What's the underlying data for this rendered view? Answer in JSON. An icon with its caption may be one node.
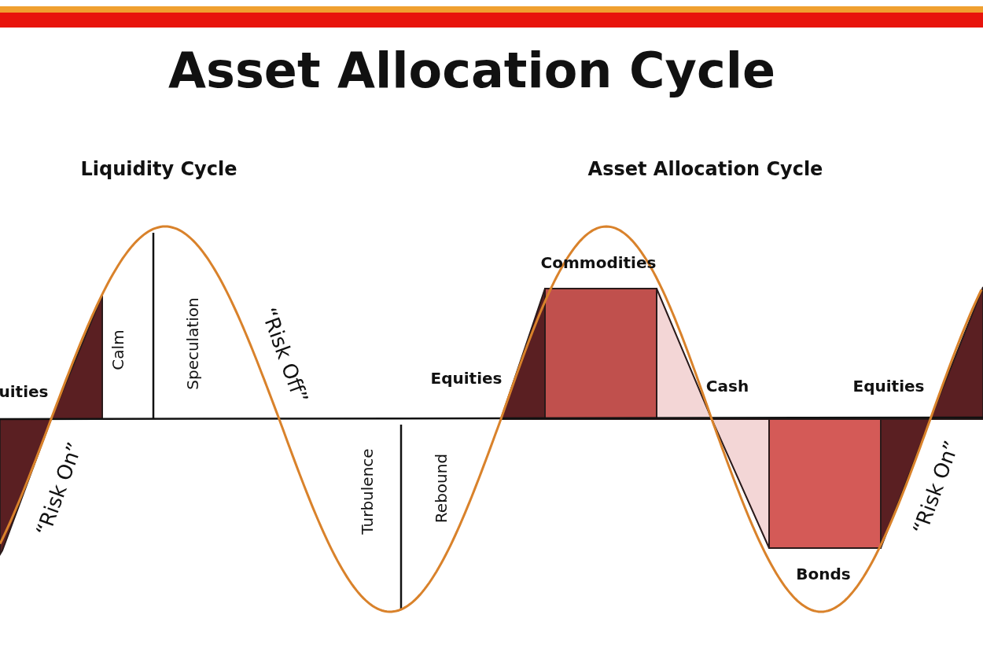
{
  "diagram": {
    "title": "Asset Allocation Cycle",
    "labels": [
      "Liquidity Cycle",
      "Asset Allocation Cycle",
      "Commodities",
      "Calm",
      "Speculation",
      "“Risk Off”",
      "uities",
      "Equities",
      "Cash",
      "Equities",
      "Turbulence",
      "Rebound",
      "“Risk On”",
      "Bonds",
      "“Risk On”"
    ]
  }
}
